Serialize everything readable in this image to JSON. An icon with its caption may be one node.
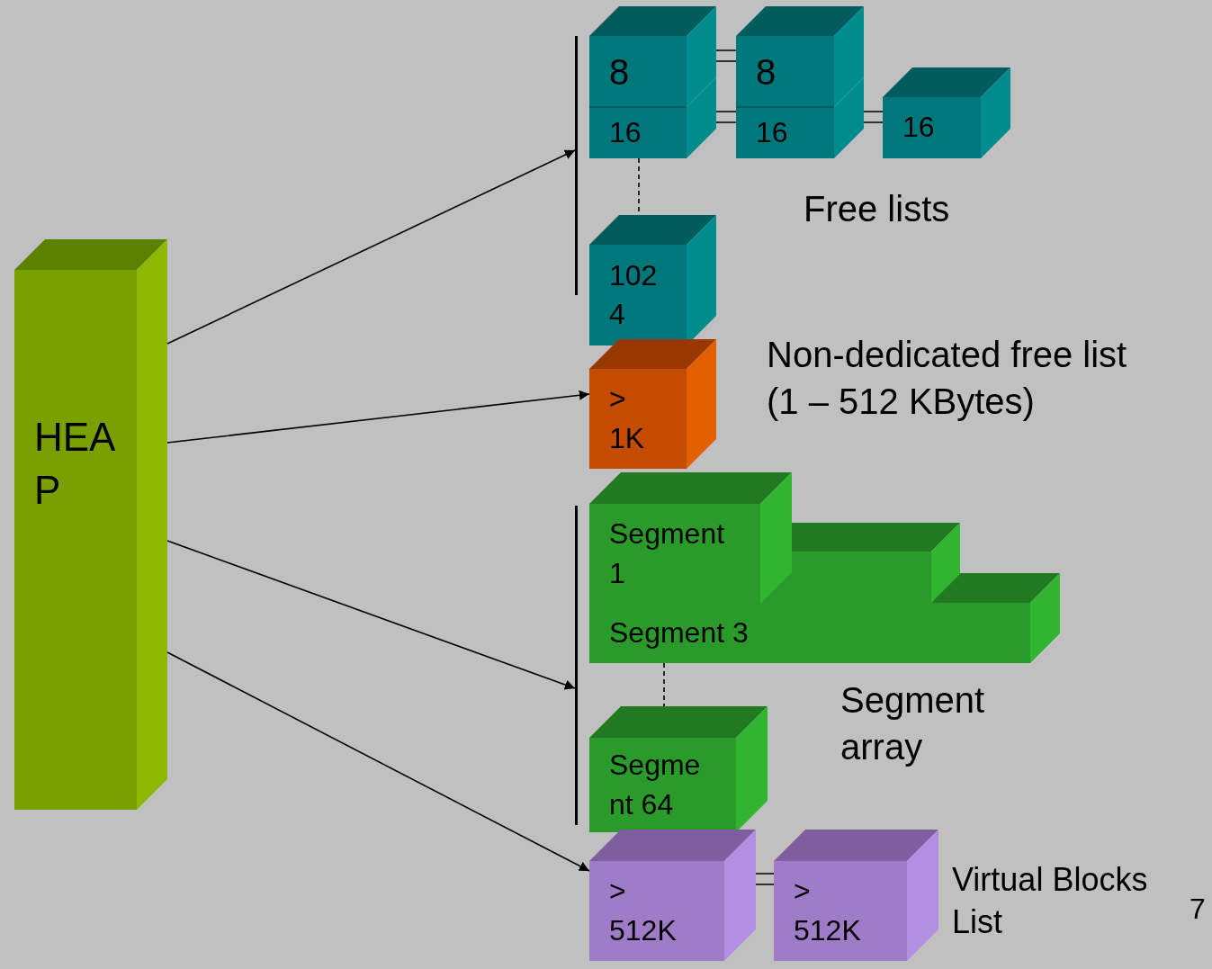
{
  "diagram": {
    "nodes": [
      {
        "text": [
          "HEAP"
        ]
      },
      {
        "text": [],
        "shape": "bar"
      },
      {
        "text": [
          "8"
        ]
      },
      {
        "text": [
          "16"
        ]
      },
      {
        "text": [
          "8"
        ]
      },
      {
        "text": [
          "16"
        ]
      },
      {
        "text": [
          "16"
        ]
      },
      {
        "text": [
          "1024"
        ]
      },
      {
        "text": [
          "> 1K"
        ]
      },
      {
        "text": [],
        "shape": "bar"
      },
      {
        "text": [
          "Segment 1"
        ]
      },
      {
        "text": [],
        "shape": "box"
      },
      {
        "text": [
          "Segment 3"
        ]
      },
      {
        "text": [
          "Segment 64"
        ]
      },
      {
        "text": [
          "> 512K"
        ]
      },
      {
        "text": [
          "> 512K"
        ]
      }
    ],
    "edges": [
      {
        "from": 0,
        "to": 1,
        "arrow": "to"
      },
      {
        "from": 0,
        "to": 8,
        "arrow": "to"
      },
      {
        "from": 0,
        "to": 9,
        "arrow": "to"
      },
      {
        "from": 0,
        "to": 14,
        "arrow": "to"
      },
      {
        "from": 2,
        "to": 4,
        "arrow": "none"
      },
      {
        "from": 3,
        "to": 5,
        "arrow": "none"
      },
      {
        "from": 5,
        "to": 6,
        "arrow": "none"
      },
      {
        "from": 3,
        "to": 7,
        "arrow": "none",
        "style": "dashed"
      },
      {
        "from": 12,
        "to": 13,
        "arrow": "none",
        "style": "dashed"
      },
      {
        "from": 14,
        "to": 15,
        "arrow": "none"
      }
    ],
    "labels": [
      "Free lists",
      "Non-dedicated free list (1 – 512 KBytes)",
      "Segment array",
      "Virtual Blocks List",
      "7"
    ]
  }
}
